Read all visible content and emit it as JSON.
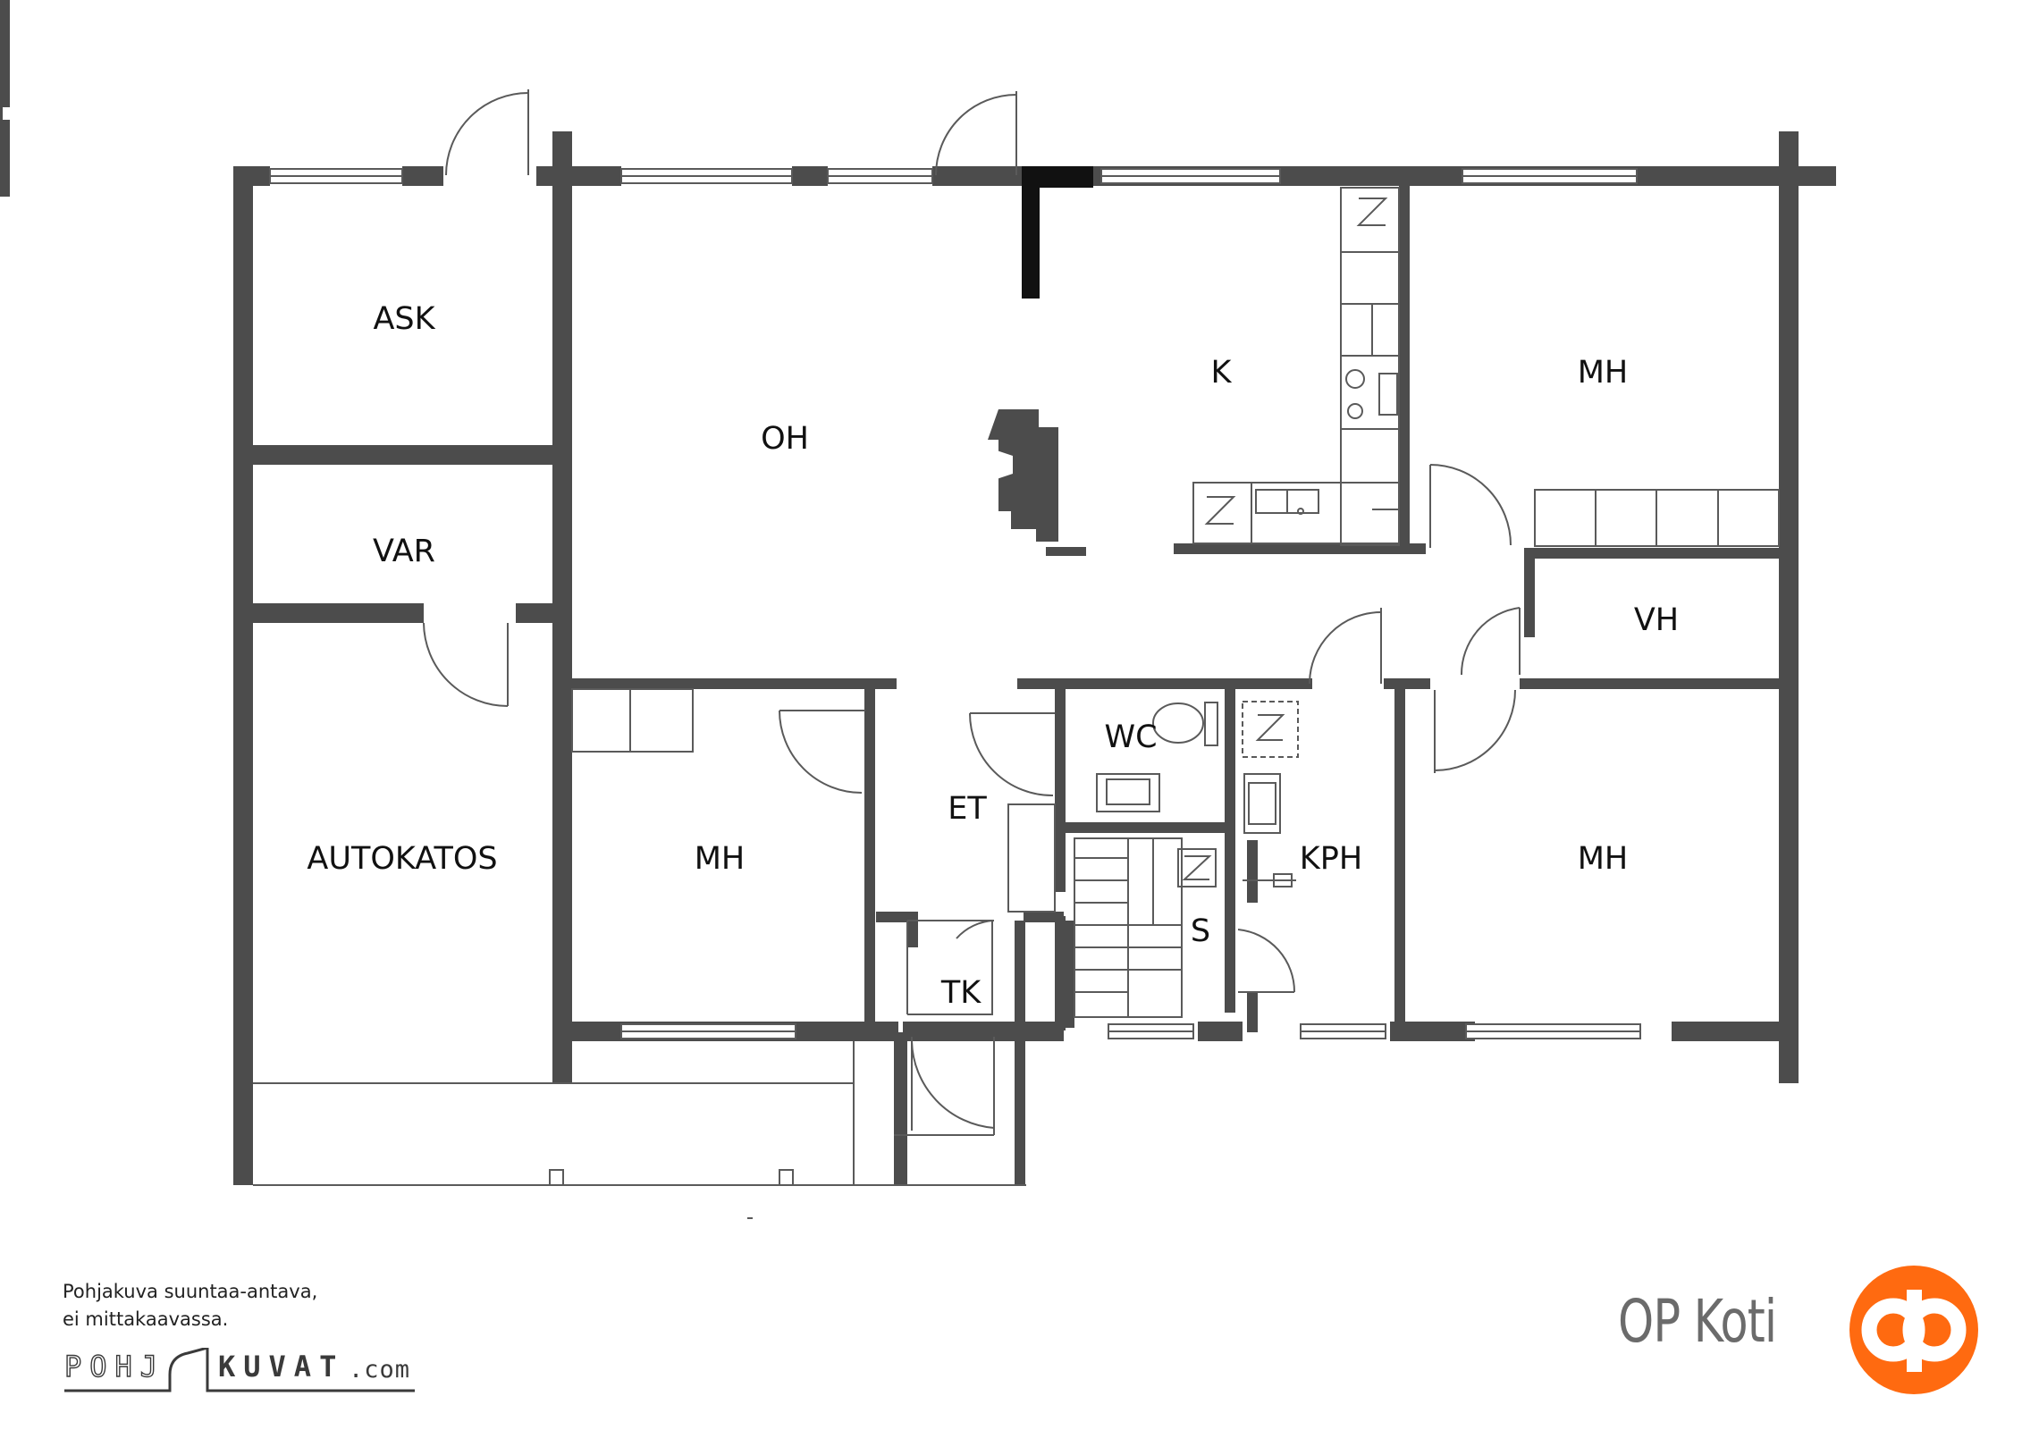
{
  "plan": {
    "rooms": [
      {
        "id": "ask",
        "label": "ASK"
      },
      {
        "id": "var",
        "label": "VAR"
      },
      {
        "id": "autokatos",
        "label": "AUTOKATOS"
      },
      {
        "id": "oh",
        "label": "OH"
      },
      {
        "id": "k",
        "label": "K"
      },
      {
        "id": "mh_ne",
        "label": "MH"
      },
      {
        "id": "vh",
        "label": "VH"
      },
      {
        "id": "wc",
        "label": "WC"
      },
      {
        "id": "et",
        "label": "ET"
      },
      {
        "id": "mh_sw",
        "label": "MH"
      },
      {
        "id": "kph",
        "label": "KPH"
      },
      {
        "id": "s",
        "label": "S"
      },
      {
        "id": "tk",
        "label": "TK"
      },
      {
        "id": "mh_se",
        "label": "MH"
      }
    ],
    "colors": {
      "wall": "#4c4c4c",
      "line": "#5a5a5a",
      "fireplace": "#111111"
    }
  },
  "footer": {
    "disclaimer": [
      "Pohjakuva suuntaa-antava,",
      "ei mittakaavassa."
    ],
    "maker_logo": {
      "part1": "POHJ",
      "part2": "KUVAT",
      "part3": ".com"
    },
    "brand": {
      "name": "OP Koti",
      "accent": "#ff6a10"
    }
  }
}
